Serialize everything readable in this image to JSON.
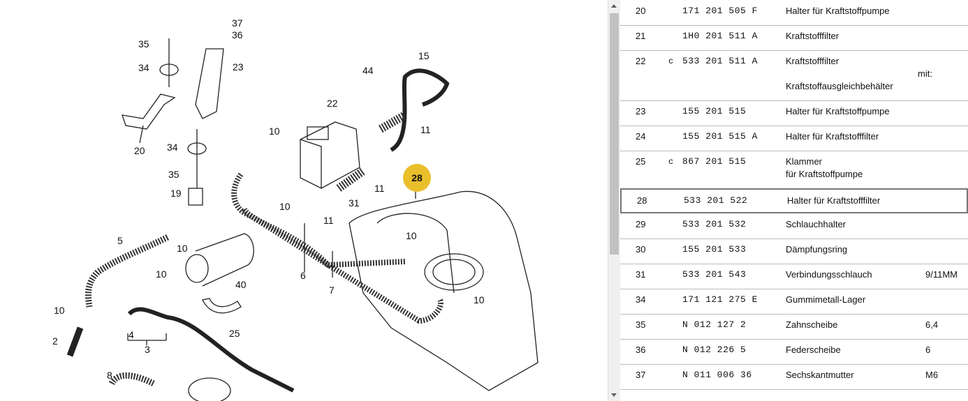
{
  "diagram": {
    "callouts": [
      "37",
      "36",
      "35",
      "34",
      "23",
      "20",
      "34",
      "35",
      "19",
      "44",
      "15",
      "22",
      "10",
      "11",
      "10",
      "11",
      "10",
      "11",
      "31",
      "28",
      "5",
      "10",
      "40",
      "6",
      "7",
      "10",
      "10",
      "10",
      "4",
      "3",
      "2",
      "25",
      "8"
    ],
    "highlight": "28"
  },
  "parts": [
    {
      "pos": "20",
      "mark": "",
      "number": "171  201  505  F",
      "desc": [
        "Halter für Kraftstoffpumpe"
      ],
      "qty": ""
    },
    {
      "pos": "21",
      "mark": "",
      "number": "1H0  201  511  A",
      "desc": [
        "Kraftstofffilter"
      ],
      "qty": ""
    },
    {
      "pos": "22",
      "mark": "c",
      "number": "533  201  511  A",
      "desc": [
        "Kraftstofffilter",
        "mit:",
        "Kraftstoffausgleichbehälter"
      ],
      "qty": ""
    },
    {
      "pos": "23",
      "mark": "",
      "number": "155  201  515",
      "desc": [
        "Halter für Kraftstoffpumpe"
      ],
      "qty": ""
    },
    {
      "pos": "24",
      "mark": "",
      "number": "155  201  515  A",
      "desc": [
        "Halter für Kraftstofffilter"
      ],
      "qty": ""
    },
    {
      "pos": "25",
      "mark": "c",
      "number": "867  201  515",
      "desc": [
        "Klammer",
        "für Kraftstoffpumpe"
      ],
      "qty": ""
    },
    {
      "pos": "28",
      "mark": "",
      "number": "533  201  522",
      "desc": [
        "Halter für Kraftstofffilter"
      ],
      "qty": ""
    },
    {
      "pos": "29",
      "mark": "",
      "number": "533  201  532",
      "desc": [
        "Schlauchhalter"
      ],
      "qty": ""
    },
    {
      "pos": "30",
      "mark": "",
      "number": "155  201  533",
      "desc": [
        "Dämpfungsring"
      ],
      "qty": ""
    },
    {
      "pos": "31",
      "mark": "",
      "number": "533  201  543",
      "desc": [
        "Verbindungsschlauch"
      ],
      "qty": "9/11MM"
    },
    {
      "pos": "34",
      "mark": "",
      "number": "171  121  275  E",
      "desc": [
        "Gummimetall-Lager"
      ],
      "qty": ""
    },
    {
      "pos": "35",
      "mark": "",
      "number": "N    012  127  2",
      "desc": [
        "Zahnscheibe"
      ],
      "qty": "6,4"
    },
    {
      "pos": "36",
      "mark": "",
      "number": "N    012  226  5",
      "desc": [
        "Federscheibe"
      ],
      "qty": "6"
    },
    {
      "pos": "37",
      "mark": "",
      "number": "N    011  006  36",
      "desc": [
        "Sechskantmutter"
      ],
      "qty": "M6"
    }
  ],
  "selected_pos": "28"
}
